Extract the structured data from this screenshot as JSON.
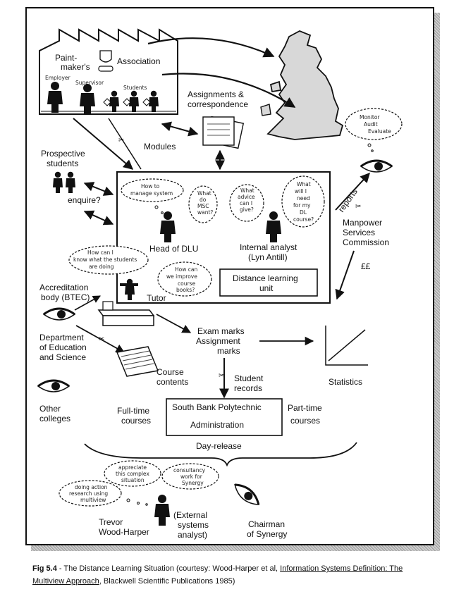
{
  "labels": {
    "paintmakers": [
      "Paint-",
      "maker's"
    ],
    "association": "Association",
    "employer": "Employer",
    "supervisor": "Supervisor",
    "students_small": "Students",
    "assignments": [
      "Assignments &",
      "correspondence"
    ],
    "modules": "Modules",
    "prospective": [
      "Prospective",
      "students"
    ],
    "enquire": "enquire?",
    "head_dlu": "Head of DLU",
    "internal_analyst": [
      "Internal analyst",
      "(Lyn Antill)"
    ],
    "dlu": [
      "Distance learning",
      "unit"
    ],
    "tutor": "Tutor",
    "accreditation": [
      "Accreditation",
      "body (BTEC)"
    ],
    "dept_education": [
      "Department",
      "of Education",
      "and Science"
    ],
    "other_colleges": [
      "Other",
      "colleges"
    ],
    "exam_marks": [
      "Exam marks",
      "Assignment",
      "marks"
    ],
    "course_contents": [
      "Course",
      "contents"
    ],
    "student_records": [
      "Student",
      "records"
    ],
    "statistics": "Statistics",
    "reports": "reports",
    "manpower": [
      "Manpower",
      "Services",
      "Commission"
    ],
    "money": "££",
    "fulltime": [
      "Full-time",
      "courses"
    ],
    "parttime": [
      "Part-time",
      "courses"
    ],
    "sbp": [
      "South Bank Polytechnic",
      "Administration"
    ],
    "dayrelease": "Day-release",
    "trevor": [
      "Trevor",
      "Wood-Harper"
    ],
    "external": [
      "(External",
      "systems",
      "analyst)"
    ],
    "chairman": [
      "Chairman",
      "of Synergy"
    ]
  },
  "bubbles": {
    "manage": [
      "How to",
      "manage system"
    ],
    "msc": [
      "What",
      "do",
      "MSC",
      "want?"
    ],
    "advice": [
      "What",
      "advice",
      "can I",
      "give?"
    ],
    "need": [
      "What",
      "will I",
      "need",
      "for my",
      "DL",
      "course?"
    ],
    "know": [
      "How can I",
      "know what the students",
      "are doing"
    ],
    "improve": [
      "How can",
      "we improve",
      "course",
      "books?"
    ],
    "monitor": [
      "Monitor",
      "Audit",
      "Evaluate"
    ],
    "appreciate": [
      "appreciate",
      "this complex",
      "situation"
    ],
    "consultancy": [
      "consultancy",
      "work for",
      "Synergy"
    ],
    "action": [
      "doing action",
      "research using",
      "multiview"
    ]
  },
  "caption": {
    "fig": "Fig 5.4",
    "pre": " - The Distance Learning Situation (courtesy: Wood-Harper et al, ",
    "book": "Information Systems Definition: The Multiview Approach",
    "post": ", Blackwell Scientific Publications 1985)"
  }
}
